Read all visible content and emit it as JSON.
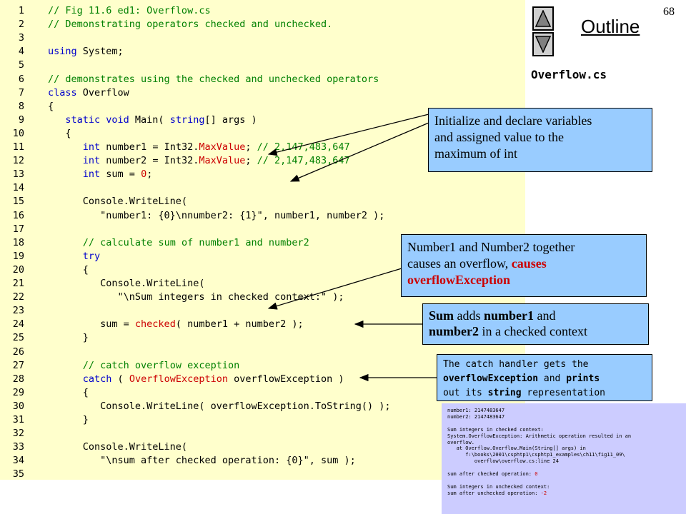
{
  "slide_number": "68",
  "outline_title": "Outline",
  "file_name": "Overflow.cs",
  "code_lines": [
    {
      "n": "1",
      "parts": [
        {
          "t": "// Fig 11.6 ed1: Overflow.cs",
          "c": "c"
        }
      ]
    },
    {
      "n": "2",
      "parts": [
        {
          "t": "// Demonstrating operators checked and unchecked.",
          "c": "c"
        }
      ]
    },
    {
      "n": "3",
      "parts": []
    },
    {
      "n": "4",
      "parts": [
        {
          "t": "using",
          "c": "k"
        },
        {
          "t": " System;",
          "c": "s"
        }
      ]
    },
    {
      "n": "5",
      "parts": []
    },
    {
      "n": "6",
      "parts": [
        {
          "t": "// demonstrates using the checked and unchecked operators",
          "c": "c"
        }
      ]
    },
    {
      "n": "7",
      "parts": [
        {
          "t": "class",
          "c": "k"
        },
        {
          "t": " Overflow",
          "c": "s"
        }
      ]
    },
    {
      "n": "8",
      "parts": [
        {
          "t": "{",
          "c": "s"
        }
      ]
    },
    {
      "n": "9",
      "parts": [
        {
          "t": "   ",
          "c": "s"
        },
        {
          "t": "static void",
          "c": "k"
        },
        {
          "t": " Main( ",
          "c": "s"
        },
        {
          "t": "string",
          "c": "k"
        },
        {
          "t": "[] args )",
          "c": "s"
        }
      ]
    },
    {
      "n": "10",
      "parts": [
        {
          "t": "   {",
          "c": "s"
        }
      ]
    },
    {
      "n": "11",
      "parts": [
        {
          "t": "      ",
          "c": "s"
        },
        {
          "t": "int",
          "c": "k"
        },
        {
          "t": " number1 = Int32.",
          "c": "s"
        },
        {
          "t": "MaxValue",
          "c": "r"
        },
        {
          "t": "; ",
          "c": "s"
        },
        {
          "t": "// 2,147,483,647",
          "c": "c"
        }
      ]
    },
    {
      "n": "12",
      "parts": [
        {
          "t": "      ",
          "c": "s"
        },
        {
          "t": "int",
          "c": "k"
        },
        {
          "t": " number2 = Int32.",
          "c": "s"
        },
        {
          "t": "MaxValue",
          "c": "r"
        },
        {
          "t": "; ",
          "c": "s"
        },
        {
          "t": "// 2,147,483,647",
          "c": "c"
        }
      ]
    },
    {
      "n": "13",
      "parts": [
        {
          "t": "      ",
          "c": "s"
        },
        {
          "t": "int",
          "c": "k"
        },
        {
          "t": " sum = ",
          "c": "s"
        },
        {
          "t": "0",
          "c": "r"
        },
        {
          "t": ";",
          "c": "s"
        }
      ]
    },
    {
      "n": "14",
      "parts": []
    },
    {
      "n": "15",
      "parts": [
        {
          "t": "      Console.WriteLine(",
          "c": "s"
        }
      ]
    },
    {
      "n": "16",
      "parts": [
        {
          "t": "         \"number1: {0}\\nnumber2: {1}\", number1, number2 );",
          "c": "s"
        }
      ]
    },
    {
      "n": "17",
      "parts": []
    },
    {
      "n": "18",
      "parts": [
        {
          "t": "      ",
          "c": "s"
        },
        {
          "t": "// calculate sum of number1 and number2",
          "c": "c"
        }
      ]
    },
    {
      "n": "19",
      "parts": [
        {
          "t": "      ",
          "c": "s"
        },
        {
          "t": "try",
          "c": "k"
        }
      ]
    },
    {
      "n": "20",
      "parts": [
        {
          "t": "      {",
          "c": "s"
        }
      ]
    },
    {
      "n": "21",
      "parts": [
        {
          "t": "         Console.WriteLine(",
          "c": "s"
        }
      ]
    },
    {
      "n": "22",
      "parts": [
        {
          "t": "            \"\\nSum integers in checked context:\" );",
          "c": "s"
        }
      ]
    },
    {
      "n": "23",
      "parts": []
    },
    {
      "n": "24",
      "parts": [
        {
          "t": "         sum = ",
          "c": "s"
        },
        {
          "t": "checked",
          "c": "r"
        },
        {
          "t": "( number1 + number2 );",
          "c": "s"
        }
      ]
    },
    {
      "n": "25",
      "parts": [
        {
          "t": "      }",
          "c": "s"
        }
      ]
    },
    {
      "n": "26",
      "parts": []
    },
    {
      "n": "27",
      "parts": [
        {
          "t": "      ",
          "c": "s"
        },
        {
          "t": "// catch overflow exception",
          "c": "c"
        }
      ]
    },
    {
      "n": "28",
      "parts": [
        {
          "t": "      ",
          "c": "s"
        },
        {
          "t": "catch",
          "c": "k"
        },
        {
          "t": " ( ",
          "c": "s"
        },
        {
          "t": "OverflowException",
          "c": "r"
        },
        {
          "t": " overflowException )",
          "c": "s"
        }
      ]
    },
    {
      "n": "29",
      "parts": [
        {
          "t": "      {",
          "c": "s"
        }
      ]
    },
    {
      "n": "30",
      "parts": [
        {
          "t": "         Console.WriteLine( overflowException.ToString() );",
          "c": "s"
        }
      ]
    },
    {
      "n": "31",
      "parts": [
        {
          "t": "      }",
          "c": "s"
        }
      ]
    },
    {
      "n": "32",
      "parts": []
    },
    {
      "n": "33",
      "parts": [
        {
          "t": "      Console.WriteLine(",
          "c": "s"
        }
      ]
    },
    {
      "n": "34",
      "parts": [
        {
          "t": "         \"\\nsum after checked operation: {0}\", sum );",
          "c": "s"
        }
      ]
    },
    {
      "n": "35",
      "parts": []
    }
  ],
  "callouts": {
    "initialize": {
      "line1": "Initialize and declare variables",
      "line2": "and assigned value to the",
      "line3": "maximum of int"
    },
    "overflow": {
      "line1": "Number1 and Number2 together",
      "line2_plain": "causes an overflow, ",
      "line2_red": "causes",
      "line3_red": "overflowException"
    },
    "sum": {
      "line1_bold": "Sum",
      "line1_plain": " adds ",
      "line1_bold2": "number1",
      "line1_plain2": " and",
      "line2_bold": "number2",
      "line2_plain": " in a checked context"
    },
    "catch": {
      "line1": "The catch handler gets the",
      "line2_bold": "overflowException",
      "line2_plain": " and ",
      "line2_bold2": "prints",
      "line3_plain": "out its ",
      "line3_bold": "string",
      "line3_plain2": " representation"
    }
  },
  "output_lines": [
    {
      "t": "number1: 2147483647"
    },
    {
      "t": "number2: 2147483647"
    },
    {
      "t": ""
    },
    {
      "t": "Sum integers in checked context:"
    },
    {
      "t": "System.OverflowException: Arithmetic operation resulted in an"
    },
    {
      "t": "overflow."
    },
    {
      "t": "   at Overflow.Overflow.Main(String[] args) in"
    },
    {
      "t": "      f:\\books\\2001\\csphtp1\\csphtp1_examples\\ch11\\fig11_09\\"
    },
    {
      "t": "         overflow\\overflow.cs:line 24"
    },
    {
      "t": ""
    },
    {
      "t": "sum after checked operation: ",
      "red": "0"
    },
    {
      "t": ""
    },
    {
      "t": "Sum integers in unchecked context:"
    },
    {
      "t": "sum after unchecked operation: ",
      "red": "-2"
    }
  ],
  "colors": {
    "code_background": "#ffffcc",
    "callout_background": "#99ccff",
    "output_background": "#ccccff",
    "comment": "#008000",
    "keyword": "#0000cc",
    "highlight": "#cc0000"
  },
  "icons": [
    "up-arrow-icon",
    "down-arrow-icon"
  ]
}
